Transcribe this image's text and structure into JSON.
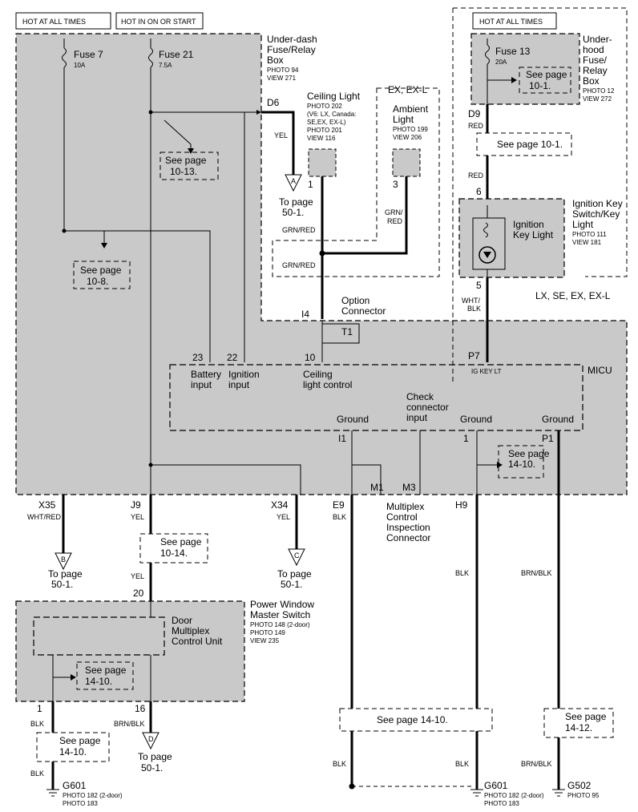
{
  "headers": {
    "hot_at_all_times": "HOT AT ALL TIMES",
    "hot_in_on_or_start": "HOT IN ON OR START",
    "hot_at_all_times_2": "HOT AT ALL TIMES"
  },
  "underdash_box": {
    "title_l1": "Under-dash",
    "title_l2": "Fuse/Relay",
    "title_l3": "Box",
    "photo": "PHOTO 94",
    "view": "VIEW 271",
    "fuse7": "Fuse 7",
    "fuse7_amp": "10A",
    "fuse21": "Fuse 21",
    "fuse21_amp": "7.5A",
    "connector_d6": "D6"
  },
  "underhood_box": {
    "title_l1": "Under-",
    "title_l2": "hood",
    "title_l3": "Fuse/",
    "title_l4": "Relay",
    "title_l5": "Box",
    "photo": "PHOTO 12",
    "view": "VIEW 272",
    "fuse13": "Fuse 13",
    "fuse13_amp": "20A",
    "connector_d9": "D9"
  },
  "see_page": {
    "p10_1_a": "See page",
    "p10_1_b": "10-1.",
    "p10_1_full": "See page 10-1.",
    "p10_13_a": "See page",
    "p10_13_b": "10-13.",
    "p10_8_a": "See page",
    "p10_8_b": "10-8.",
    "p10_14_a": "See page",
    "p10_14_b": "10-14.",
    "p14_10_a": "See page",
    "p14_10_b": "14-10.",
    "p14_10_full": "See page 14-10.",
    "p14_12_a": "See page",
    "p14_12_b": "14-12."
  },
  "ceiling_light": {
    "title": "Ceiling Light",
    "photo": "PHOTO 202",
    "note_l1": "(V6: LX, Canada:",
    "note_l2": "SE,EX, EX-L)",
    "photo2": "PHOTO 201",
    "view": "VIEW 116",
    "pin": "1"
  },
  "ambient_light": {
    "variant": "EX, EX-L",
    "title_l1": "Ambient",
    "title_l2": "Light",
    "photo": "PHOTO 199",
    "view": "VIEW 206",
    "pin": "3"
  },
  "ignition_key_light": {
    "title_l1": "Ignition Key",
    "title_l2": "Switch/Key",
    "title_l3": "Light",
    "photo": "PHOTO 111",
    "view": "VIEW 181",
    "inner_l1": "Ignition",
    "inner_l2": "Key Light",
    "pin_top": "6",
    "pin_bottom": "5",
    "variant": "LX, SE, EX, EX-L"
  },
  "wires": {
    "yel": "YEL",
    "red": "RED",
    "grn_red": "GRN/RED",
    "grn": "GRN/",
    "red2": "RED",
    "wht": "WHT/",
    "blk": "BLK",
    "wht_red": "WHT/RED",
    "brn_blk": "BRN/BLK"
  },
  "arrows": {
    "a": "A",
    "b": "B",
    "c": "C",
    "d": "D",
    "to_page": "To page",
    "p50_1": "50-1."
  },
  "option_connector": {
    "l1": "Option",
    "l2": "Connector",
    "i4": "I4",
    "t1": "T1"
  },
  "micu": {
    "title": "MICU",
    "pin23": "23",
    "pin22": "22",
    "pin10": "10",
    "p7": "P7",
    "ig_key_lt": "IG KEY LT",
    "battery_l1": "Battery",
    "battery_l2": "input",
    "ignition_l1": "Ignition",
    "ignition_l2": "input",
    "ceiling_l1": "Ceiling",
    "ceiling_l2": "light control",
    "check_l1": "Check",
    "check_l2": "connector",
    "check_l3": "input",
    "ground": "Ground",
    "i1": "I1",
    "pin1": "1",
    "p1": "P1"
  },
  "connectors": {
    "x35": "X35",
    "j9": "J9",
    "x34": "X34",
    "e9": "E9",
    "m1": "M1",
    "m3": "M3",
    "h9": "H9"
  },
  "multiplex_inspection": {
    "l1": "Multiplex",
    "l2": "Control",
    "l3": "Inspection",
    "l4": "Connector"
  },
  "power_window": {
    "pin20": "20",
    "title_l1": "Power Window",
    "title_l2": "Master Switch",
    "photo1": "PHOTO 148 (2-door)",
    "photo2": "PHOTO 149",
    "view": "VIEW 235",
    "inner_l1": "Door",
    "inner_l2": "Multiplex",
    "inner_l3": "Control Unit",
    "pin1": "1",
    "pin16": "16"
  },
  "grounds": {
    "g601": "G601",
    "g601_photo1": "PHOTO 182 (2-door)",
    "g601_photo2": "PHOTO 183",
    "g502": "G502",
    "g502_photo": "PHOTO 95"
  }
}
